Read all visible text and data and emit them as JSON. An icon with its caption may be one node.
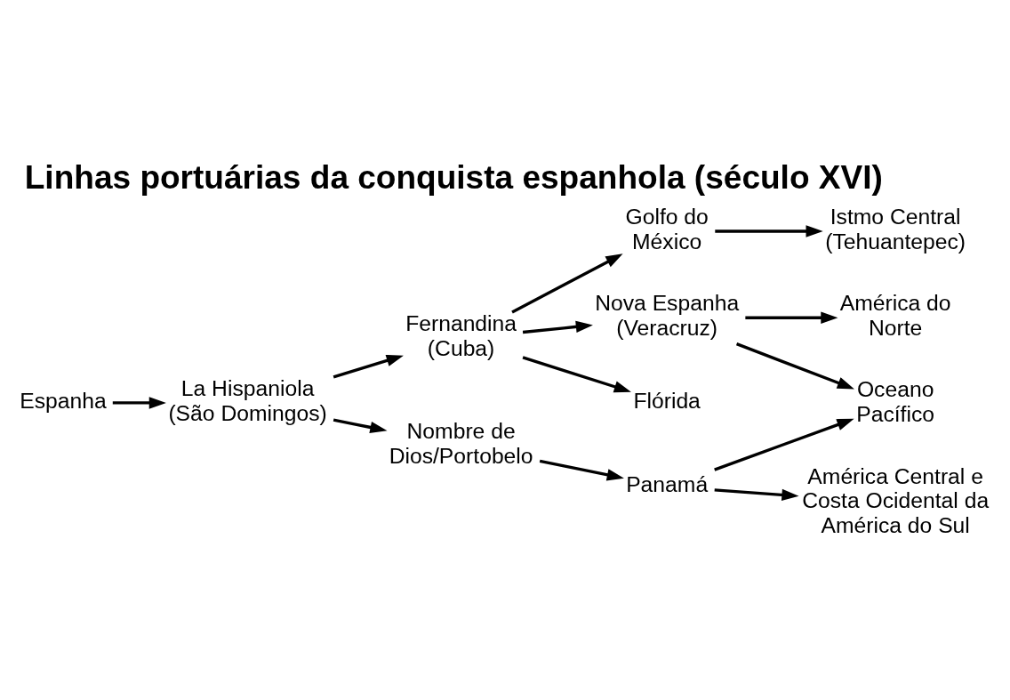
{
  "diagram": {
    "title": "Linhas portuárias da conquista espanhola (século XVI)",
    "nodes": [
      {
        "text": [
          "Espanha"
        ]
      },
      {
        "text": [
          "La Hispaniola (São Domingos)"
        ]
      },
      {
        "text": [
          "Fernandina (Cuba)"
        ]
      },
      {
        "text": [
          "Nombre de Dios/Portobelo"
        ]
      },
      {
        "text": [
          "Golfo do México"
        ]
      },
      {
        "text": [
          "Nova Espanha (Veracruz)"
        ]
      },
      {
        "text": [
          "Flórida"
        ]
      },
      {
        "text": [
          "Panamá"
        ]
      },
      {
        "text": [
          "Istmo Central (Tehuantepec)"
        ]
      },
      {
        "text": [
          "América do Norte"
        ]
      },
      {
        "text": [
          "Oceano Pacífico"
        ]
      },
      {
        "text": [
          "América Central e Costa Ocidental da América do Sul"
        ]
      }
    ],
    "edges": [
      {
        "from": 0,
        "to": 1,
        "arrow": "to"
      },
      {
        "from": 1,
        "to": 2,
        "arrow": "to"
      },
      {
        "from": 1,
        "to": 3,
        "arrow": "to"
      },
      {
        "from": 2,
        "to": 4,
        "arrow": "to"
      },
      {
        "from": 2,
        "to": 5,
        "arrow": "to"
      },
      {
        "from": 2,
        "to": 6,
        "arrow": "to"
      },
      {
        "from": 3,
        "to": 7,
        "arrow": "to"
      },
      {
        "from": 4,
        "to": 8,
        "arrow": "to"
      },
      {
        "from": 5,
        "to": 9,
        "arrow": "to"
      },
      {
        "from": 5,
        "to": 10,
        "arrow": "to"
      },
      {
        "from": 7,
        "to": 10,
        "arrow": "to"
      },
      {
        "from": 7,
        "to": 11,
        "arrow": "to"
      }
    ]
  }
}
